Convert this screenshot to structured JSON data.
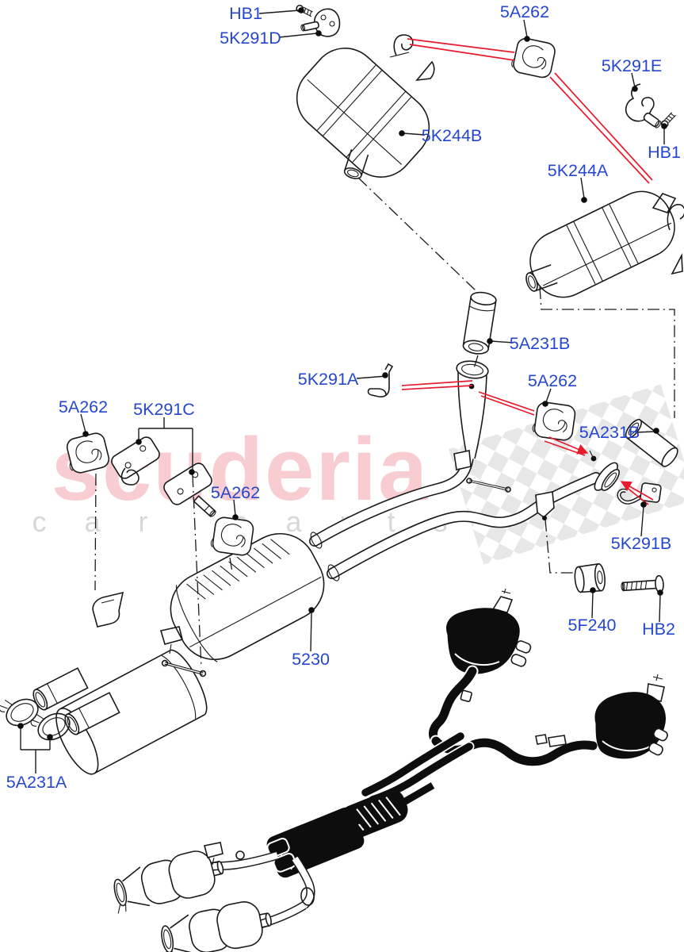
{
  "page": {
    "type": "parts-diagram",
    "subject": "Rear exhaust system exploded view"
  },
  "watermark": {
    "brand": "scuderia",
    "subtitle": "c a r   p a r t s",
    "brand_color": "#f8cdd2",
    "subtitle_color": "#d8d8d8",
    "checker_color": "#e7e7e7"
  },
  "colors": {
    "label_blue": "#2547d0",
    "leader_red": "#e81a2d",
    "line_black": "#1a1a1a",
    "background": "#ffffff"
  },
  "labels": [
    {
      "id": "hb1-top",
      "text": "HB1"
    },
    {
      "id": "5k291d",
      "text": "5K291D"
    },
    {
      "id": "5a262-top",
      "text": "5A262"
    },
    {
      "id": "5k291e",
      "text": "5K291E"
    },
    {
      "id": "hb1-right",
      "text": "HB1"
    },
    {
      "id": "5k244b",
      "text": "5K244B"
    },
    {
      "id": "5k244a",
      "text": "5K244A"
    },
    {
      "id": "5a231b-upper",
      "text": "5A231B"
    },
    {
      "id": "5k291a",
      "text": "5K291A"
    },
    {
      "id": "5a262-midright",
      "text": "5A262"
    },
    {
      "id": "5a231b-lower",
      "text": "5A231B"
    },
    {
      "id": "5k291b",
      "text": "5K291B"
    },
    {
      "id": "5a262-left",
      "text": "5A262"
    },
    {
      "id": "5k291c",
      "text": "5K291C"
    },
    {
      "id": "5a262-mid",
      "text": "5A262"
    },
    {
      "id": "5230",
      "text": "5230"
    },
    {
      "id": "5a231a",
      "text": "5A231A"
    },
    {
      "id": "5f240",
      "text": "5F240"
    },
    {
      "id": "hb2",
      "text": "HB2"
    }
  ]
}
